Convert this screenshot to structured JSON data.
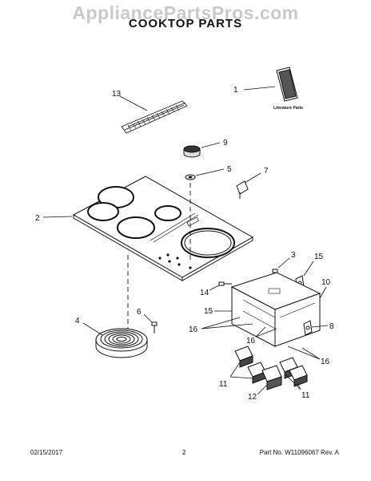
{
  "watermark": "AppliancePartsPros.com",
  "title": "COOKTOP PARTS",
  "literature_label": "Literature Parts",
  "callouts": {
    "c1": "1",
    "c2": "2",
    "c3": "3",
    "c4": "4",
    "c5": "5",
    "c6": "6",
    "c7": "7",
    "c8": "8",
    "c9": "9",
    "c10": "10",
    "c11a": "11",
    "c11b": "11",
    "c12": "12",
    "c13": "13",
    "c14": "14",
    "c15a": "15",
    "c15b": "15",
    "c16a": "16",
    "c16b": "16",
    "c16c": "16"
  },
  "footer": {
    "date": "02/15/2017",
    "page": "2",
    "part_no": "Part No. W11096067  Rev. A"
  }
}
